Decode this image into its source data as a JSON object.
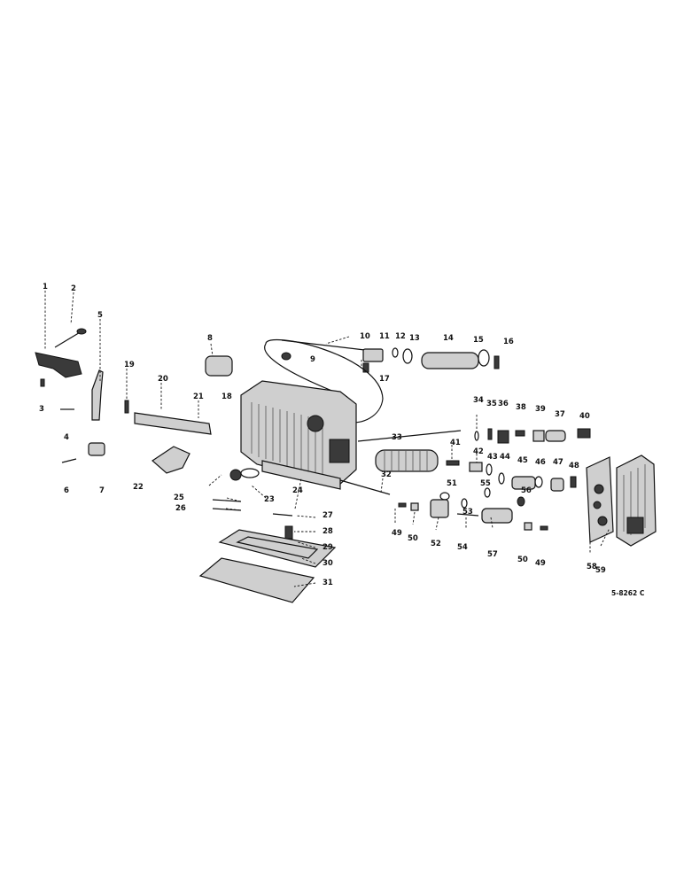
{
  "figure_id": "5-8262 C",
  "callouts": [
    "1",
    "2",
    "3",
    "4",
    "5",
    "6",
    "7",
    "8",
    "9",
    "10",
    "11",
    "12",
    "13",
    "14",
    "15",
    "16",
    "17",
    "18",
    "19",
    "20",
    "21",
    "22",
    "23",
    "24",
    "25",
    "26",
    "27",
    "28",
    "29",
    "30",
    "31",
    "32",
    "33",
    "34",
    "35",
    "36",
    "37",
    "38",
    "39",
    "40",
    "41",
    "42",
    "43",
    "44",
    "45",
    "46",
    "47",
    "48",
    "49",
    "50",
    "51",
    "52",
    "53",
    "54",
    "55",
    "56",
    "57",
    "58",
    "59"
  ],
  "extra_callouts": [
    "4",
    "25",
    "26",
    "28",
    "49",
    "50",
    "37"
  ]
}
